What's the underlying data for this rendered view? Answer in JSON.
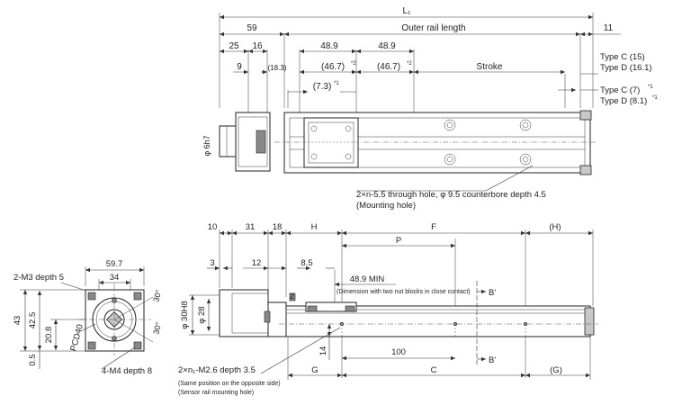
{
  "top_view": {
    "l1": "L₁",
    "outer_rail_length": "Outer rail length",
    "d59": "59",
    "d11": "11",
    "d25": "25",
    "d16": "16",
    "d48_9_a": "48.9",
    "d48_9_b": "48.9",
    "d9": "9",
    "d18_3": "(18.3)",
    "d46_7_a": "(46.7)",
    "d46_7_b": "(46.7)",
    "sup2_a": "*2",
    "sup2_b": "*2",
    "stroke": "Stroke",
    "type_c_15": "Type C (15)",
    "type_d_16_1": "Type D (16.1)",
    "d7_3": "(7.3)",
    "sup1_a": "*1",
    "type_c_7": "Type C (7)",
    "sup1_c7": "*1",
    "type_d_8_1": "Type D (8.1)",
    "sup1_d8": "*1",
    "shaft_dia": "φ 6h7",
    "mount_note_1": "2×n-5.5 through hole, φ 9.5 counterbore depth 4.5",
    "mount_note_2": "(Mounting hole)"
  },
  "front_view": {
    "d10": "10",
    "d31": "31",
    "d18": "18",
    "h": "H",
    "f": "F",
    "h_paren": "(H)",
    "p": "P",
    "d3": "3",
    "d12": "12",
    "d8_5": "8.5",
    "min_48_9": "48.9 MIN",
    "min_note": "(Dimension with two nut blocks in close contact)",
    "d2": "2",
    "d30h8": "φ 30H8",
    "d28": "φ 28",
    "b_prime_top": "B'",
    "b_prime_bottom": "B'",
    "d14": "14",
    "d100": "100",
    "g": "G",
    "c": "C",
    "g_paren": "(G)",
    "tap_note": "2×n₁-M2.6 depth 3.5",
    "tap_sub1": "(Same position on the opposite side)",
    "tap_sub2": "(Sensor rail mounting hole)"
  },
  "end_view": {
    "d59_7": "59.7",
    "d34": "34",
    "m3_note": "2-M3 depth 5",
    "d43": "43",
    "d42_5": "42.5",
    "d20_8": "20.8",
    "d0_5": "0.5",
    "pcd40": "PCD40",
    "angle_a": "30°",
    "angle_b": "30°",
    "m4_note": "4-M4 depth 8"
  }
}
